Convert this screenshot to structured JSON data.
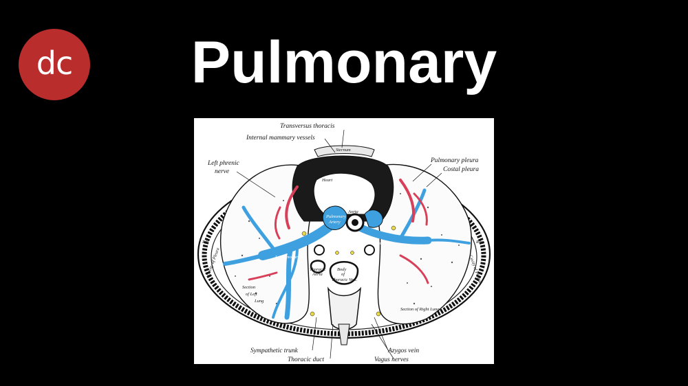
{
  "logo": {
    "text": "dc",
    "color": "#b92d2d"
  },
  "title": "Pulmonary",
  "colors": {
    "background": "#000000",
    "vein_blue": "#3fa0e0",
    "artery_red": "#d8405a",
    "nerve_yellow": "#e8d84a"
  },
  "diagram": {
    "labels": {
      "transversus_thoracis": "Transversus thoracis",
      "internal_mammary_vessels": "Internal mammary vessels",
      "left_phrenic_nerve_1": "Left phrenic",
      "left_phrenic_nerve_2": "nerve",
      "pulmonary_pleura": "Pulmonary pleura",
      "costal_pleura": "Costal pleura",
      "sternum": "Sternum",
      "heart": "Heart",
      "pulmonary_artery_1": "Pulmonary",
      "pulmonary_artery_2": "Artery",
      "aorta": "Aorta",
      "l_pulmonary_a": "L. Pulmonary A.",
      "r_pulmonary_a": "R. Pulmonary A.",
      "thoracic_aorta_1": "Thoracic",
      "thoracic_aorta_2": "Aorta",
      "body": "Body",
      "of": "of",
      "thoracic_vert": "Thoracic Vert.",
      "section_left_lung_1": "Section",
      "section_left_lung_2": "of Left",
      "section_left_lung_3": "Lung",
      "section_right_lung": "Section of Right Lung",
      "rib_left": "Rib",
      "rib_right": "Rib",
      "cavity_left": "Cavity of Pleura",
      "cavity_right": "Cavity of Pleura",
      "sympathetic_trunk": "Sympathetic trunk",
      "thoracic_duct": "Thoracic duct",
      "azygos_vein": "Azygos vein",
      "vagus_nerves": "Vagus nerves"
    }
  }
}
